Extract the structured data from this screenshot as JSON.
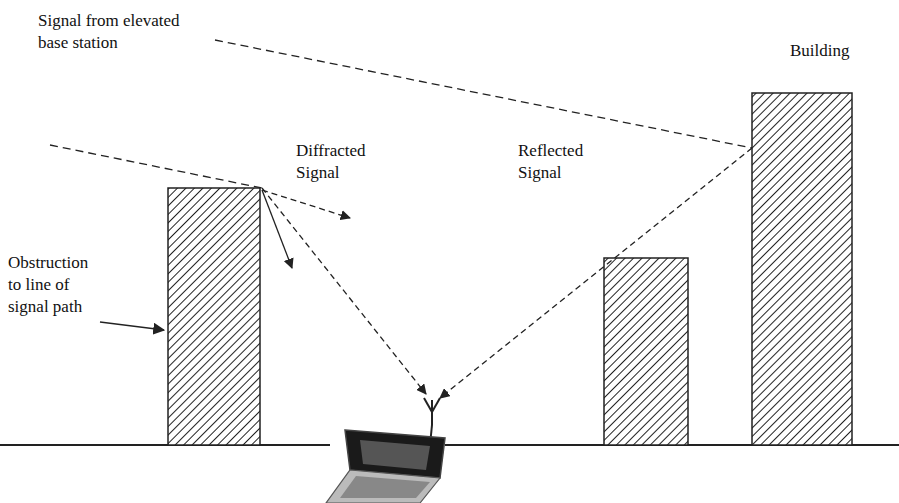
{
  "diagram": {
    "labels": [
      "Signal from elevated base station",
      "Diffracted Signal",
      "Reflected Signal",
      "Building",
      "Obstruction to line of signal path"
    ]
  }
}
